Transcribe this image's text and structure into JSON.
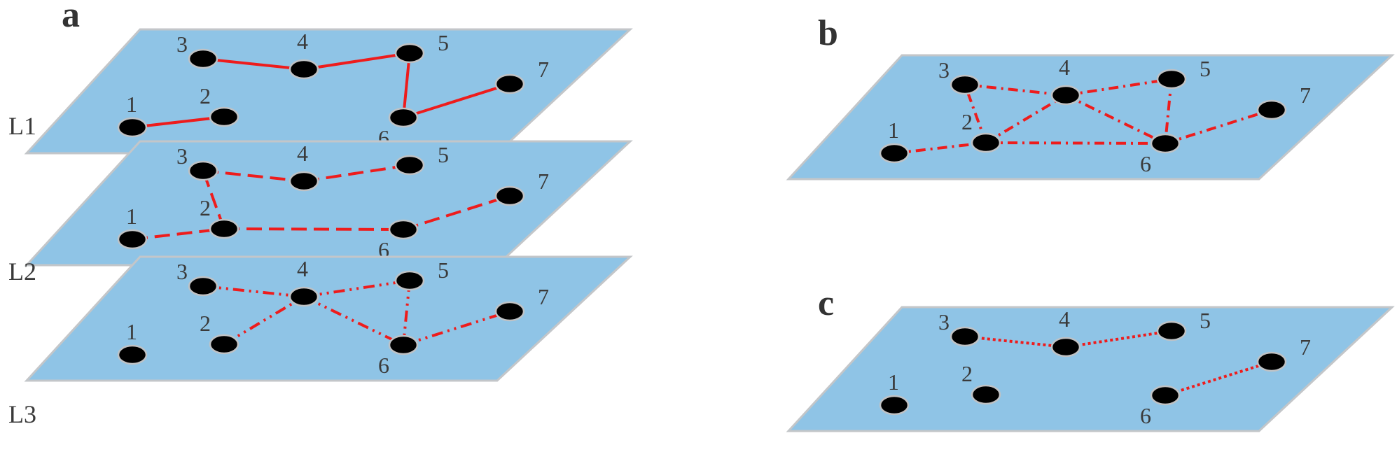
{
  "panels": [
    {
      "id": "a",
      "label": "a",
      "layers": [
        {
          "id": "l1",
          "label": "L1",
          "style": "solid",
          "edges": [
            [
              "1",
              "2"
            ],
            [
              "3",
              "4"
            ],
            [
              "4",
              "5"
            ],
            [
              "5",
              "6"
            ],
            [
              "6",
              "7"
            ]
          ]
        },
        {
          "id": "l2",
          "label": "L2",
          "style": "dashed",
          "edges": [
            [
              "1",
              "2"
            ],
            [
              "2",
              "3"
            ],
            [
              "3",
              "4"
            ],
            [
              "4",
              "5"
            ],
            [
              "2",
              "6"
            ],
            [
              "6",
              "7"
            ]
          ]
        },
        {
          "id": "l3",
          "label": "L3",
          "style": "dashdotdot",
          "edges": [
            [
              "3",
              "4"
            ],
            [
              "4",
              "5"
            ],
            [
              "2",
              "4"
            ],
            [
              "4",
              "6"
            ],
            [
              "5",
              "6"
            ],
            [
              "6",
              "7"
            ]
          ]
        }
      ]
    },
    {
      "id": "b",
      "label": "b",
      "layers": [
        {
          "id": "b",
          "label": "",
          "style": "dashdot",
          "edges": [
            [
              "1",
              "2"
            ],
            [
              "2",
              "3"
            ],
            [
              "3",
              "4"
            ],
            [
              "2",
              "4"
            ],
            [
              "4",
              "5"
            ],
            [
              "4",
              "6"
            ],
            [
              "2",
              "6"
            ],
            [
              "5",
              "6"
            ],
            [
              "6",
              "7"
            ]
          ]
        }
      ]
    },
    {
      "id": "c",
      "label": "c",
      "layers": [
        {
          "id": "c",
          "label": "",
          "style": "dotted",
          "edges": [
            [
              "3",
              "4"
            ],
            [
              "4",
              "5"
            ],
            [
              "6",
              "7"
            ]
          ]
        }
      ]
    }
  ],
  "node_labels": [
    "1",
    "2",
    "3",
    "4",
    "5",
    "6",
    "7"
  ],
  "colors": {
    "plane": "#8fc4e6",
    "plane_border": "#c3c6c9",
    "edge": "#ee1c1c",
    "node": "#000000"
  }
}
